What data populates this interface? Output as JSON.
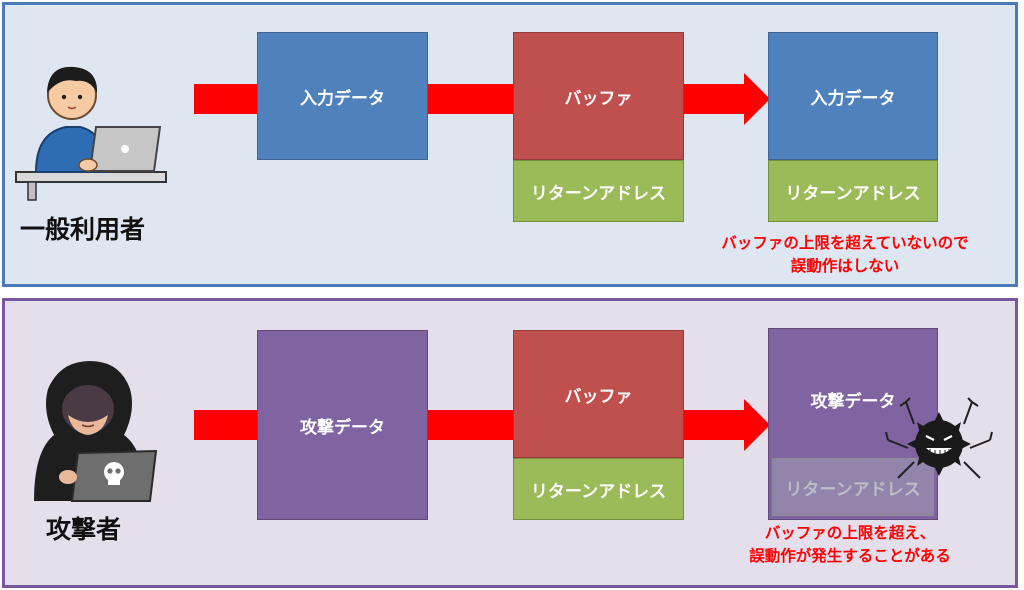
{
  "top": {
    "actor_label": "一般利用者",
    "input_box": "入力データ",
    "buffer_box": "バッファ",
    "return_box": "リターンアドレス",
    "result_data_box": "入力データ",
    "result_return_box": "リターンアドレス",
    "note_line1": "バッファの上限を超えていないので",
    "note_line2": "誤動作はしない"
  },
  "bottom": {
    "actor_label": "攻撃者",
    "input_box": "攻撃データ",
    "buffer_box": "バッファ",
    "return_box": "リターンアドレス",
    "result_data_box": "攻撃データ",
    "result_return_box": "リターンアドレス",
    "note_line1": "バッファの上限を超え、",
    "note_line2": "誤動作が発生することがある"
  },
  "colors": {
    "top_panel_bg": "#dde6f1",
    "top_panel_border": "#4a7bb7",
    "bottom_panel_bg": "#e5dfec",
    "bottom_panel_border": "#7b56a0",
    "data_blue": "#4f81bd",
    "data_purple": "#8064a2",
    "buffer_red": "#c0504d",
    "return_green": "#9bbb59",
    "arrow_red": "#ff0000"
  },
  "icons": {
    "user": "office-worker-laptop-icon",
    "attacker": "hooded-hacker-laptop-icon",
    "virus": "virus-icon"
  }
}
